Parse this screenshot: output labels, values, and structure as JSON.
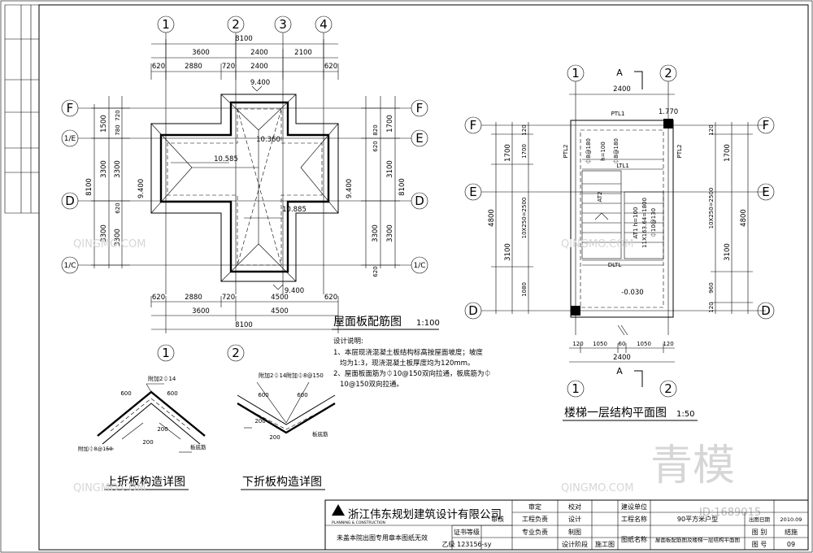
{
  "roof_plan": {
    "top_axes": [
      "1",
      "2",
      "3",
      "4"
    ],
    "bottom_axes": [
      "1",
      "2"
    ],
    "left_axes": [
      "F",
      "1/E",
      "D",
      "1/C"
    ],
    "right_axes": [
      "F",
      "E",
      "D",
      "1/C"
    ],
    "dim_top_total": "8100",
    "dim_top_row1": [
      "3600",
      "2400",
      "2100"
    ],
    "dim_top_row2": [
      "620",
      "2880",
      "720",
      "2400",
      "620"
    ],
    "dim_bottom_row1": [
      "620",
      "2880",
      "720",
      "4500",
      "620"
    ],
    "dim_bottom_row2": [
      "3600",
      "4500"
    ],
    "dim_bottom_total": "8100",
    "dim_left_outer": "8100",
    "dim_left_row1": [
      "1500",
      "3300",
      "3300"
    ],
    "dim_left_row2": [
      "720",
      "780",
      "3300",
      "620",
      "3300"
    ],
    "dim_right_outer": "8100",
    "dim_right_row1": [
      "1700",
      "3100",
      "3300"
    ],
    "dim_right_row2": [
      "820",
      "620",
      "3300",
      "620"
    ],
    "elevations": [
      "9.400",
      "10.360",
      "10.585",
      "10.885",
      "9.400",
      "9.400",
      "9.400"
    ],
    "title": "屋面板配筋图",
    "scale": "1:100"
  },
  "notes": {
    "heading": "设计说明:",
    "lines": [
      "1、本层现浇混凝土板结构标高按屋面坡度；坡度",
      "均为1:3，现浇混凝土板厚度均为120mm。",
      "2、屋面板面筋为⏀10@150双向拉通，板底筋为⏀",
      "10@150双向拉通。"
    ]
  },
  "detail_upper": {
    "title": "上折板构造详图",
    "labels": [
      "附加2⏀14",
      "600",
      "600",
      "200",
      "200",
      "附加⏀8@150",
      "板底筋"
    ]
  },
  "detail_lower": {
    "title": "下折板构造详图",
    "labels": [
      "附加2⏀14",
      "附加⏀8@150",
      "600",
      "600",
      "200",
      "200",
      "板底筋"
    ]
  },
  "stair_plan": {
    "section_mark": "A",
    "top_axes": [
      "1",
      "2"
    ],
    "bottom_axes": [
      "1",
      "2"
    ],
    "side_axes": [
      "F",
      "E",
      "D"
    ],
    "dim_top": "2400",
    "labels": [
      "PTL1",
      "PTL2",
      "PTL2",
      "LTL1",
      "DLTL",
      "AT2",
      "1.770",
      "-0.030"
    ],
    "beam_text": [
      "⏀8@180",
      "h=100",
      "⏀8@180",
      "AT1 h=100",
      "11X163.64=1800",
      "⏀10@130"
    ],
    "dim_left_outer": "4800",
    "dim_left_row1": [
      "1700",
      "3100"
    ],
    "dim_left_row2": [
      "120",
      "1700",
      "10X250=2500",
      "1080"
    ],
    "dim_right_outer": "4800",
    "dim_right_row1": [
      "1700",
      "3100"
    ],
    "dim_right_row2": [
      "120",
      "10X250=2500",
      "960",
      "120"
    ],
    "dim_bottom_row1": [
      "120",
      "1050",
      "60",
      "1050",
      "120"
    ],
    "dim_bottom_total": "2400",
    "title": "楼梯一层结构平面图",
    "scale": "1:50"
  },
  "title_block": {
    "company": "浙江伟东规划建筑设计有限公司",
    "logo_caption": "PLANNING & CONSTRUCTION",
    "stamp_note": "未盖本院出图专用章本图纸无效",
    "cert_grade_label": "证书等级",
    "cert_grade_value": "乙级 123156-sy",
    "eng_lead": "工程负责",
    "spec_lead": "专业负责",
    "audit": "审定",
    "review": "审核",
    "proofread": "校对",
    "design": "设计",
    "drawing": "制图",
    "stage_label": "设计阶段",
    "stage_value": "施工图",
    "client_label": "建设单位",
    "project_label": "工程名称",
    "project_value": "90平方米户型",
    "date_label": "出图日期",
    "date_value": "2010.09",
    "sheet_name_label": "图纸名称",
    "sheet_name_value": "屋面板配筋图及楼梯一层结构平面图",
    "category_label": "图 别",
    "category_value": "结施",
    "number_label": "图 号",
    "number_value": "09"
  },
  "watermark": {
    "logo": "青模",
    "brand": "QINGMO.COM",
    "id_text": "ID:1689015"
  }
}
